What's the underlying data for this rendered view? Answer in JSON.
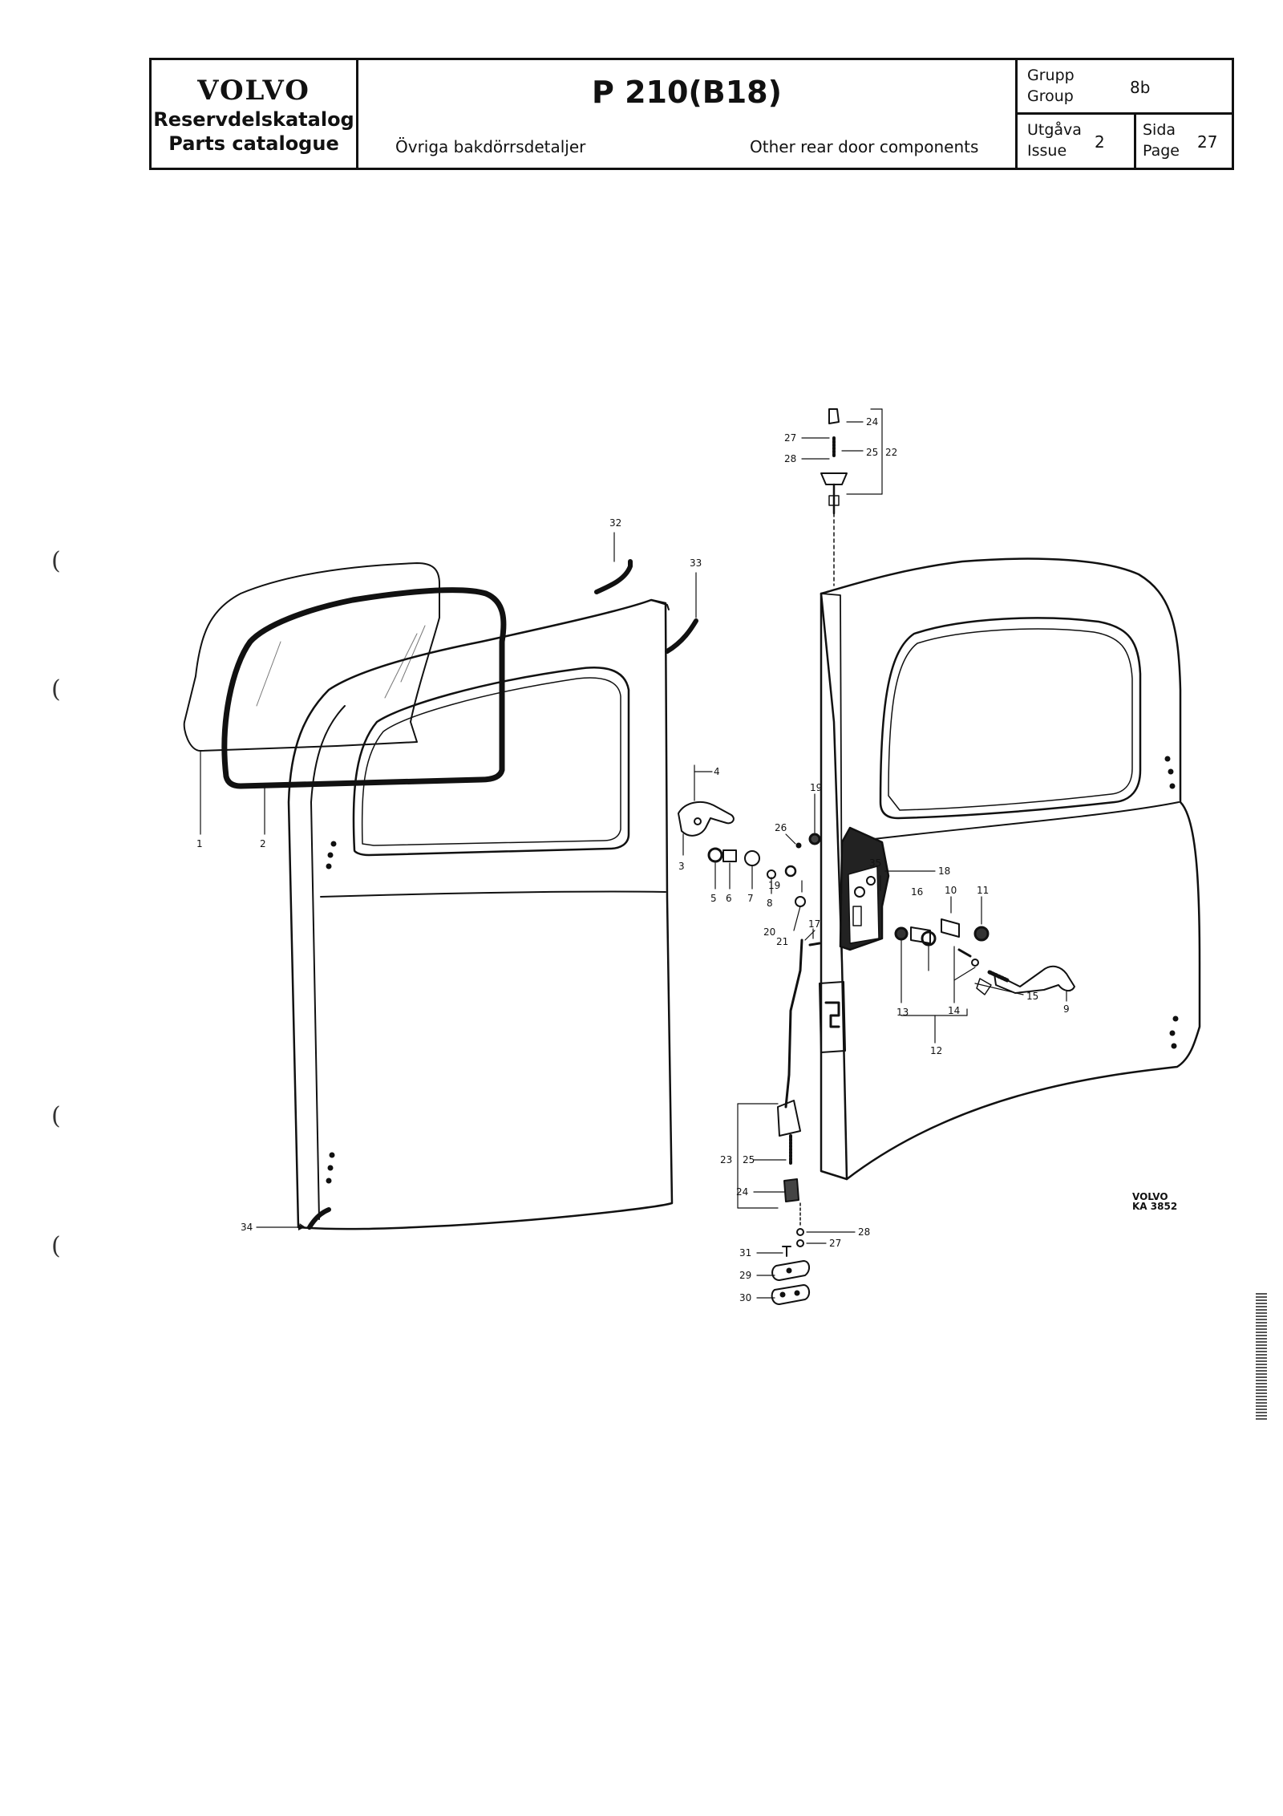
{
  "header": {
    "brand": "VOLVO",
    "catalog_sv": "Reservdelskatalog",
    "catalog_en": "Parts catalogue",
    "model": "P 210(B18)",
    "title_sv": "Övriga bakdörrsdetaljer",
    "title_en": "Other rear door components",
    "group_label_sv": "Grupp",
    "group_label_en": "Group",
    "group_value": "8b",
    "issue_label_sv": "Utgåva",
    "issue_label_en": "Issue",
    "issue_value": "2",
    "page_label_sv": "Sida",
    "page_label_en": "Page",
    "page_value": "27"
  },
  "drawing": {
    "ref_brand": "VOLVO",
    "ref_code": "KA 3852",
    "callouts": {
      "c1": "1",
      "c2": "2",
      "c3": "3",
      "c4": "4",
      "c5": "5",
      "c6": "6",
      "c7": "7",
      "c8": "8",
      "c9": "9",
      "c10": "10",
      "c11": "11",
      "c12": "12",
      "c13": "13",
      "c14": "14",
      "c15": "15",
      "c16": "16",
      "c17": "17",
      "c18": "18",
      "c19a": "19",
      "c19b": "19",
      "c20": "20",
      "c21": "21",
      "c22": "22",
      "c23": "23",
      "c24a": "24",
      "c24b": "24",
      "c25a": "25",
      "c25b": "25",
      "c26": "26",
      "c27a": "27",
      "c27b": "27",
      "c28a": "28",
      "c28b": "28",
      "c29": "29",
      "c30": "30",
      "c31": "31",
      "c32": "32",
      "c33": "33",
      "c34": "34",
      "c35": "35"
    }
  }
}
